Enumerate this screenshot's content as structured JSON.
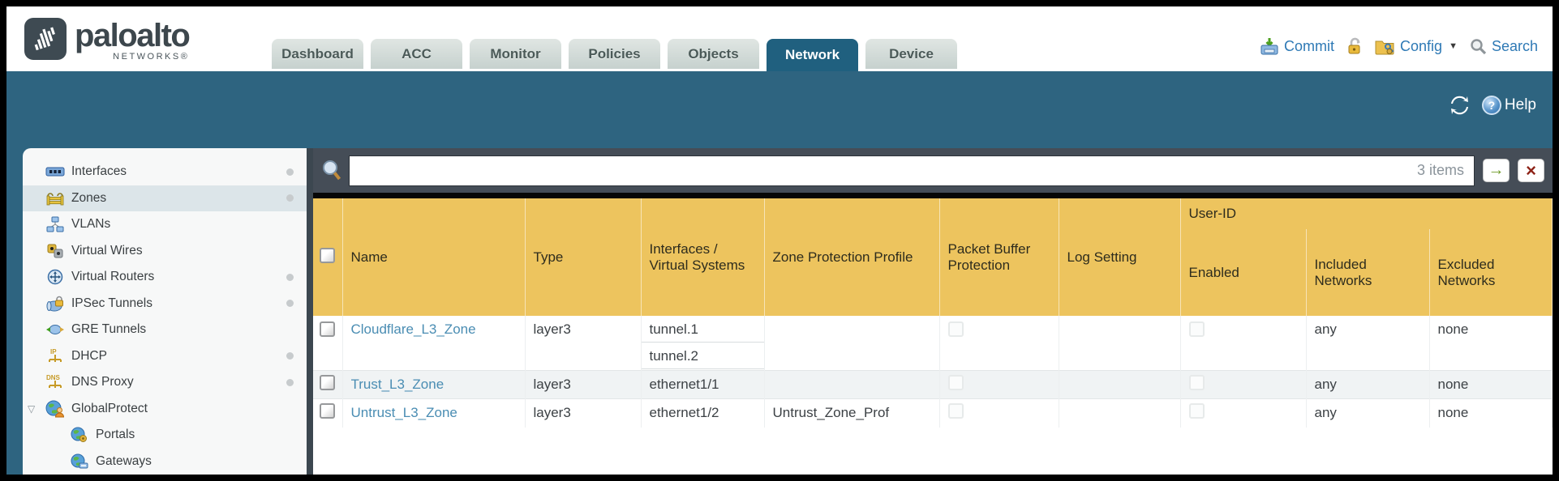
{
  "header": {
    "brand": "paloalto",
    "brand_sub": "NETWORKS®",
    "tabs": [
      {
        "label": "Dashboard",
        "active": false
      },
      {
        "label": "ACC",
        "active": false
      },
      {
        "label": "Monitor",
        "active": false
      },
      {
        "label": "Policies",
        "active": false
      },
      {
        "label": "Objects",
        "active": false
      },
      {
        "label": "Network",
        "active": true
      },
      {
        "label": "Device",
        "active": false
      }
    ],
    "actions": {
      "commit": "Commit",
      "config": "Config",
      "search": "Search"
    }
  },
  "toolbar": {
    "help": "Help"
  },
  "filter": {
    "count": "3 items",
    "query": ""
  },
  "sidebar": {
    "items": [
      {
        "label": "Interfaces",
        "icon": "interfaces-icon",
        "selected": false,
        "dot": true
      },
      {
        "label": "Zones",
        "icon": "zones-icon",
        "selected": true,
        "dot": true
      },
      {
        "label": "VLANs",
        "icon": "vlans-icon",
        "selected": false,
        "dot": false
      },
      {
        "label": "Virtual Wires",
        "icon": "virtual-wires-icon",
        "selected": false,
        "dot": false
      },
      {
        "label": "Virtual Routers",
        "icon": "virtual-routers-icon",
        "selected": false,
        "dot": true
      },
      {
        "label": "IPSec Tunnels",
        "icon": "ipsec-tunnels-icon",
        "selected": false,
        "dot": true
      },
      {
        "label": "GRE Tunnels",
        "icon": "gre-tunnels-icon",
        "selected": false,
        "dot": false
      },
      {
        "label": "DHCP",
        "icon": "dhcp-icon",
        "selected": false,
        "dot": true
      },
      {
        "label": "DNS Proxy",
        "icon": "dns-proxy-icon",
        "selected": false,
        "dot": true
      },
      {
        "label": "GlobalProtect",
        "icon": "globalprotect-icon",
        "selected": false,
        "dot": false,
        "expanded": true
      },
      {
        "label": "Portals",
        "icon": "portals-icon",
        "selected": false,
        "dot": false,
        "indent": true
      },
      {
        "label": "Gateways",
        "icon": "gateways-icon",
        "selected": false,
        "dot": false,
        "indent": true
      }
    ]
  },
  "table": {
    "columns": {
      "name": "Name",
      "type": "Type",
      "interfaces": "Interfaces / Virtual Systems",
      "zone_protection": "Zone Protection Profile",
      "packet_buffer": "Packet Buffer Protection",
      "log_setting": "Log Setting"
    },
    "group": {
      "label": "User-ID",
      "enabled": "Enabled",
      "included": "Included Networks",
      "excluded": "Excluded Networks"
    },
    "rows": [
      {
        "name": "Cloudflare_L3_Zone",
        "type": "layer3",
        "interfaces": [
          "tunnel.1",
          "tunnel.2"
        ],
        "zone_protection": "",
        "log_setting": "",
        "included": "any",
        "excluded": "none"
      },
      {
        "name": "Trust_L3_Zone",
        "type": "layer3",
        "interfaces": [
          "ethernet1/1"
        ],
        "zone_protection": "",
        "log_setting": "",
        "included": "any",
        "excluded": "none"
      },
      {
        "name": "Untrust_L3_Zone",
        "type": "layer3",
        "interfaces": [
          "ethernet1/2"
        ],
        "zone_protection": "Untrust_Zone_Prof",
        "log_setting": "",
        "included": "any",
        "excluded": "none"
      }
    ]
  },
  "colors": {
    "table_header_gold": "#edc45e",
    "user_id_gold": "#d5a43d",
    "teal_band": "#2e6480",
    "active_tab": "#20607f",
    "filter_bar": "#454d57",
    "link_blue": "#4a8db3",
    "action_blue": "#2e79b5"
  }
}
